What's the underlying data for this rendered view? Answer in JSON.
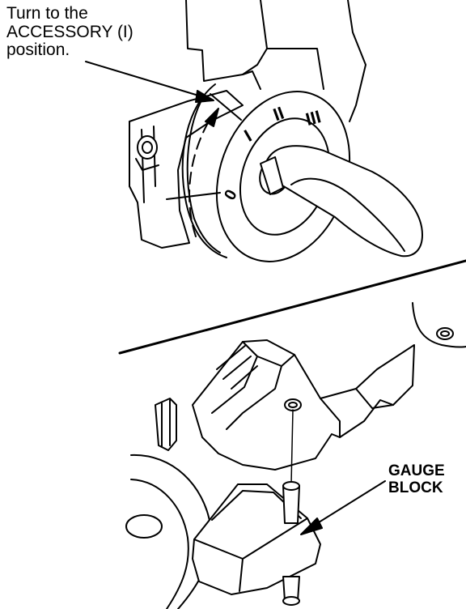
{
  "callouts": {
    "accessory": {
      "lines": [
        "Turn to the",
        "ACCESSORY (I)",
        "position."
      ]
    },
    "gauge_block": {
      "lines": [
        "GAUGE",
        "BLOCK"
      ]
    }
  },
  "switch_positions": {
    "pos0": "0",
    "pos1": "I",
    "pos2": "II",
    "pos3": "III"
  },
  "colors": {
    "ink": "#000000",
    "paper": "#ffffff"
  }
}
